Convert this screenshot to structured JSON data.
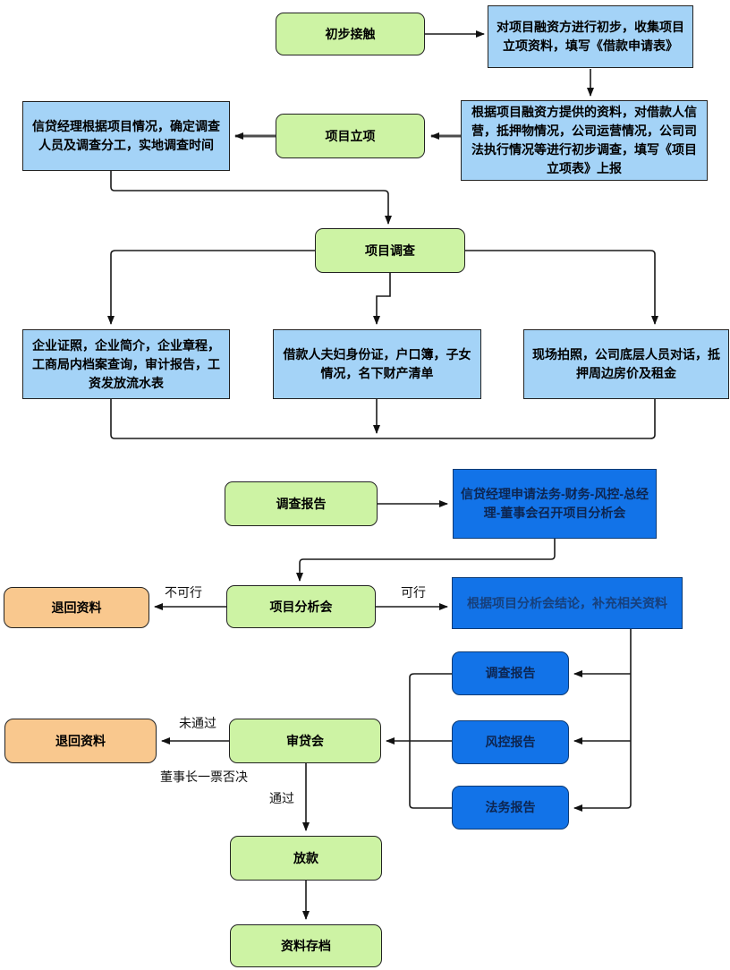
{
  "diagram": {
    "colors": {
      "process_green_fill": "#cdf3a4",
      "info_light_blue_fill": "#a4d3f7",
      "report_dark_blue_fill": "#1273e8",
      "return_orange_fill": "#f9c88e",
      "line_color": "#1a1a1a",
      "navy_text": "#17407c"
    },
    "nodes": [
      {
        "id": 0,
        "label": "初步接触"
      },
      {
        "id": 1,
        "label": "对项目融资方进行初步，收集项目立项资料，填写《借款申请表》"
      },
      {
        "id": 2,
        "label": "根据项目融资方提供的资料，对借款人信营，抵押物情况，公司运营情况，公司司法执行情况等进行初步调查，填写《项目立项表》上报"
      },
      {
        "id": 3,
        "label": "项目立项"
      },
      {
        "id": 4,
        "label": "信贷经理根据项目情况，确定调查人员及调查分工，实地调查时间"
      },
      {
        "id": 5,
        "label": "项目调查"
      },
      {
        "id": 6,
        "label": "企业证照，企业简介，企业章程，工商局内档案查询，审计报告，工资发放流水表"
      },
      {
        "id": 7,
        "label": "借款人夫妇身份证，户口簿，子女情况，名下财产清单"
      },
      {
        "id": 8,
        "label": "现场拍照，公司底层人员对话，抵押周边房价及租金"
      },
      {
        "id": 9,
        "label": "调查报告"
      },
      {
        "id": 10,
        "label": "信贷经理申请法务-财务-风控-总经理-董事会召开项目分析会"
      },
      {
        "id": 11,
        "label": "退回资料"
      },
      {
        "id": 12,
        "label": "项目分析会"
      },
      {
        "id": 13,
        "label": "根据项目分析会结论，补充相关资料"
      },
      {
        "id": 14,
        "label": "调查报告"
      },
      {
        "id": 15,
        "label": "风控报告"
      },
      {
        "id": 16,
        "label": "法务报告"
      },
      {
        "id": 17,
        "label": "退回资料"
      },
      {
        "id": 18,
        "label": "审贷会"
      },
      {
        "id": 19,
        "label": "放款"
      },
      {
        "id": 20,
        "label": "资料存档"
      }
    ],
    "edge_labels": [
      {
        "id": "infeasible",
        "text": "不可行"
      },
      {
        "id": "feasible",
        "text": "可行"
      },
      {
        "id": "rejected",
        "text": "未通过"
      },
      {
        "id": "chairman_veto",
        "text": "董事长一票否决"
      },
      {
        "id": "approved",
        "text": "通过"
      }
    ]
  }
}
